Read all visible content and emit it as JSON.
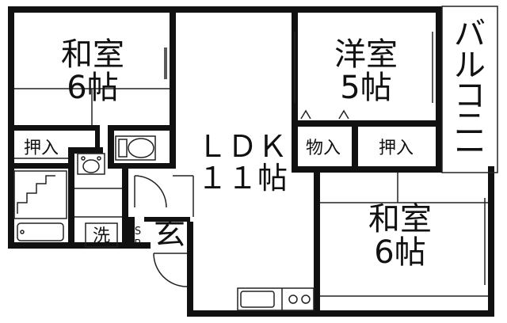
{
  "rooms": {
    "washitsu_nw": {
      "line1": "和室",
      "line2": "6帖"
    },
    "yoshitsu": {
      "line1": "洋室",
      "line2": "5帖"
    },
    "balcony": {
      "label": "バルコニー",
      "chars": [
        "バ",
        "ル",
        "コ",
        "ニ",
        "ー"
      ]
    },
    "ldk": {
      "line1": "ＬＤＫ",
      "line2": "１１帖"
    },
    "washitsu_se": {
      "line1": "和室",
      "line2": "6帖"
    }
  },
  "storage": {
    "oshiire_w": "押入",
    "monoire": "物入",
    "oshiire_e": "押入"
  },
  "fixtures": {
    "sentaku": "洗",
    "genkan": "玄",
    "shoe_box": [
      "S",
      "B"
    ]
  },
  "colors": {
    "wall": "#111111",
    "line": "#222222",
    "fill": "#ffffff"
  }
}
